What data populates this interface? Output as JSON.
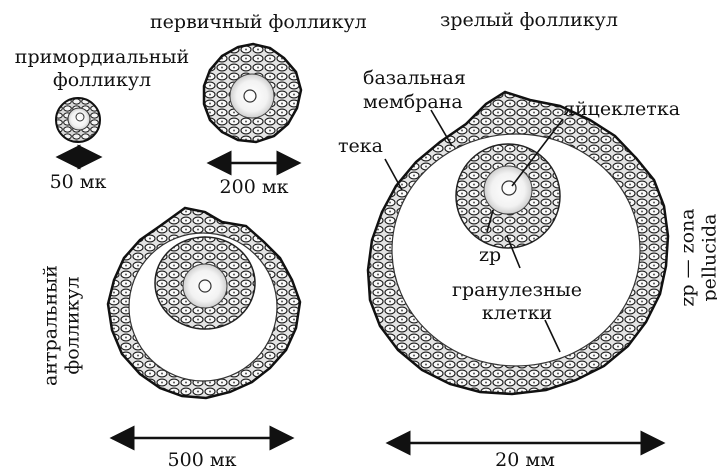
{
  "labels": {
    "primary": "первичный фолликул",
    "mature": "зрелый фолликул",
    "primordial_line1": "примордиальный",
    "primordial_line2": "фолликул",
    "basal_line1": "базальная",
    "basal_line2": "мембрана",
    "oocyte": "яйцеклетка",
    "theca": "тека",
    "zp": "zp",
    "granulosa_line1": "гранулезные",
    "granulosa_line2": "клетки",
    "antral_line1": "антральный",
    "antral_line2": "фолликул",
    "zp_note_line1": "zp — zona",
    "zp_note_line2": "pellucida"
  },
  "scales": {
    "primordial": "50 мк",
    "primary": "200 мк",
    "antral": "500 мк",
    "mature": "20 мм"
  }
}
